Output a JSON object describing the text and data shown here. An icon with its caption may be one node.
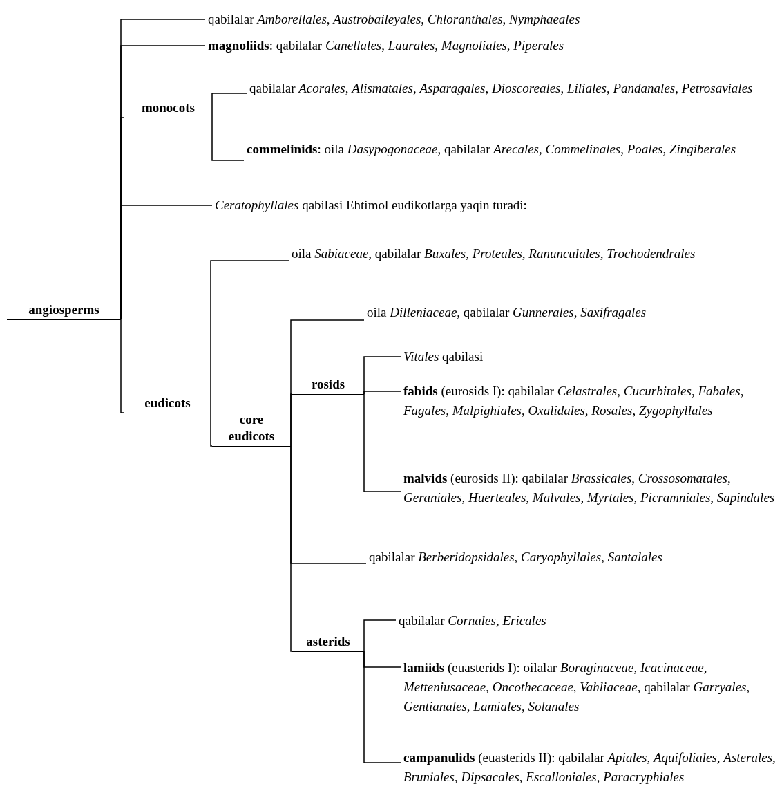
{
  "diagram": {
    "nodes": [
      {
        "text": [
          "angiosperms"
        ]
      },
      {
        "text": [
          "qabilalar *Amborellales*, *Austrobaileyales*, *Chloranthales*, *Nymphaeales*"
        ]
      },
      {
        "text": [
          "**magnoliids**: qabilalar *Canellales*, *Laurales*, *Magnoliales*, *Piperales*"
        ]
      },
      {
        "text": [
          "monocots"
        ]
      },
      {
        "text": [
          "qabilalar *Acorales*, *Alismatales*, *Asparagales*, *Dioscoreales*, *Liliales*, *Pandanales*, *Petrosaviales*"
        ]
      },
      {
        "text": [
          "**commelinids**: oila *Dasypogonaceae*, qabilalar *Arecales*, *Commelinales*, *Poales*, *Zingiberales*"
        ]
      },
      {
        "text": [
          "*Ceratophyllales* qabilasi Ehtimol eudikotlarga yaqin turadi:"
        ]
      },
      {
        "text": [
          "eudicots"
        ]
      },
      {
        "text": [
          "oila *Sabiaceae*, qabilalar *Buxales*, *Proteales*, *Ranunculales*, *Trochodendrales*"
        ]
      },
      {
        "text": [
          "core eudicots"
        ]
      },
      {
        "text": [
          "oila *Dilleniaceae*, qabilalar *Gunnerales*, *Saxifragales*"
        ]
      },
      {
        "text": [
          "rosids"
        ]
      },
      {
        "text": [
          "*Vitales* qabilasi"
        ]
      },
      {
        "text": [
          "**fabids** (eurosids I): qabilalar *Celastrales*, *Cucurbitales*, *Fabales*, *Fagales*, *Malpighiales*, *Oxalidales*, *Rosales*, *Zygophyllales*"
        ]
      },
      {
        "text": [
          "**malvids** (eurosids II): qabilalar *Brassicales*, *Crossosomatales*, *Geraniales*, *Huerteales*, *Malvales*, *Myrtales*, *Picramniales*, *Sapindales*"
        ]
      },
      {
        "text": [
          "qabilalar *Berberidopsidales*, *Caryophyllales*, *Santalales*"
        ]
      },
      {
        "text": [
          "asterids"
        ]
      },
      {
        "text": [
          "qabilalar *Cornales*, *Ericales*"
        ]
      },
      {
        "text": [
          "**lamiids** (euasterids I): oilalar *Boraginaceae*, *Icacinaceae*, *Metteniusaceae*, *Oncothecaceae*, *Vahliaceae*, qabilalar *Garryales*, *Gentianales*, *Lamiales*, *Solanales*"
        ]
      },
      {
        "text": [
          "**campanulids** (euasterids II): qabilalar *Apiales*, *Aquifoliales*, *Asterales*, *Bruniales*, *Dipsacales*, *Escalloniales*, *Paracryphiales*"
        ]
      }
    ],
    "edges": [
      {
        "from": 0,
        "to": 1,
        "arrow": "none"
      },
      {
        "from": 0,
        "to": 2,
        "arrow": "none"
      },
      {
        "from": 0,
        "to": 3,
        "arrow": "none"
      },
      {
        "from": 3,
        "to": 4,
        "arrow": "none"
      },
      {
        "from": 3,
        "to": 5,
        "arrow": "none"
      },
      {
        "from": 0,
        "to": 6,
        "arrow": "none"
      },
      {
        "from": 0,
        "to": 7,
        "arrow": "none"
      },
      {
        "from": 7,
        "to": 8,
        "arrow": "none"
      },
      {
        "from": 7,
        "to": 9,
        "arrow": "none"
      },
      {
        "from": 9,
        "to": 10,
        "arrow": "none"
      },
      {
        "from": 9,
        "to": 11,
        "arrow": "none"
      },
      {
        "from": 11,
        "to": 12,
        "arrow": "none"
      },
      {
        "from": 11,
        "to": 13,
        "arrow": "none"
      },
      {
        "from": 11,
        "to": 14,
        "arrow": "none"
      },
      {
        "from": 9,
        "to": 15,
        "arrow": "none"
      },
      {
        "from": 9,
        "to": 16,
        "arrow": "none"
      },
      {
        "from": 16,
        "to": 17,
        "arrow": "none"
      },
      {
        "from": 16,
        "to": 18,
        "arrow": "none"
      },
      {
        "from": 16,
        "to": 19,
        "arrow": "none"
      }
    ]
  }
}
